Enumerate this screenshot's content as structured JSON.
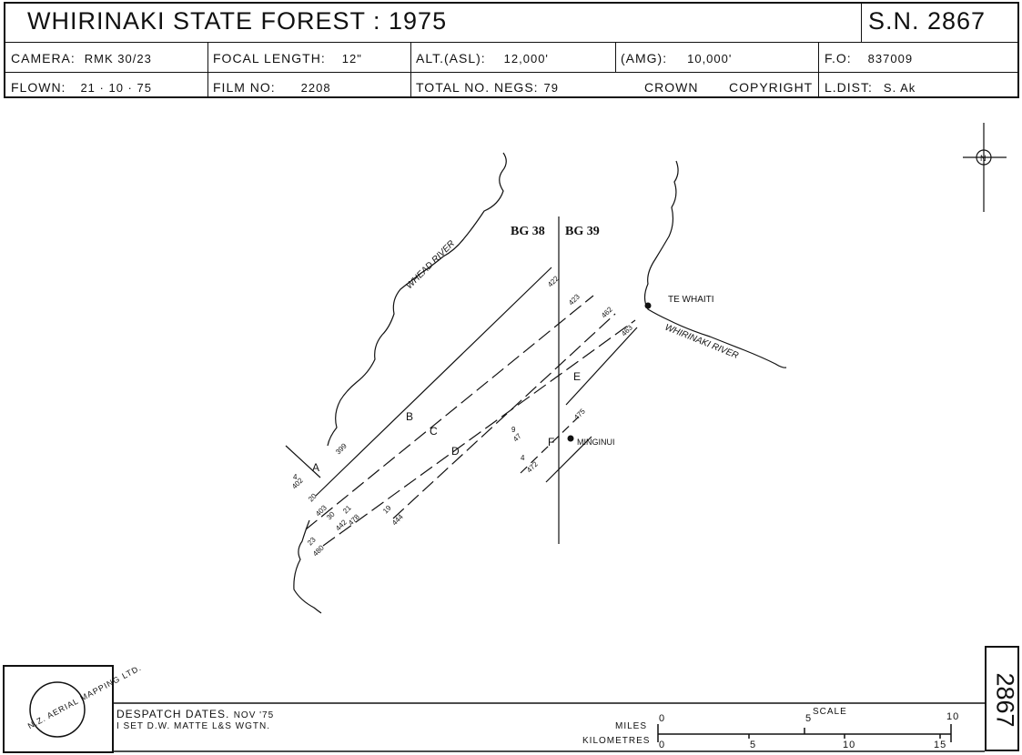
{
  "header": {
    "title": "WHIRINAKI   STATE   FOREST  :  1975",
    "sn": "S.N. 2867",
    "camera_label": "CAMERA:",
    "camera_value": "RMK  30/23",
    "focal_label": "FOCAL  LENGTH:",
    "focal_value": "12\"",
    "alt_asl_label": "ALT.(ASL):",
    "alt_asl_value": "12,000'",
    "amg_label": "(AMG):",
    "amg_value": "10,000'",
    "fo_label": "F.O:",
    "fo_value": "837009",
    "flown_label": "FLOWN:",
    "flown_value": "21 · 10 · 75",
    "film_label": "FILM  NO:",
    "film_value": "2208",
    "negs_label": "TOTAL  NO.  NEGS:",
    "negs_value": "79",
    "crown": "CROWN",
    "copyright": "COPYRIGHT",
    "ldist_label": "L.DIST:",
    "ldist_value": "S. Ak"
  },
  "map": {
    "sheet_left": "BG 38",
    "sheet_right": "BG 39",
    "north": "N",
    "places": {
      "te_whaiti": "TE  WHAITI",
      "minginui": "MINGINUI"
    },
    "rivers": {
      "whead": "WHEAD  RIVER",
      "whirinaki": "WHIRINAKI    RIVER"
    },
    "runs": [
      "A",
      "B",
      "C",
      "D",
      "E",
      "F"
    ],
    "run_numbers": {
      "a_end": "4",
      "a_neg": "402",
      "a_start": "399",
      "b_start": "20",
      "b_neg": "403",
      "b_end": "422",
      "c_start": "30",
      "c_neg": "442",
      "c_end": "423",
      "c2_start": "21",
      "c2_neg": "478",
      "d_start": "19",
      "d_neg": "444",
      "e_start": "23",
      "e_neg": "480",
      "e_end": "462",
      "e2_end": "463",
      "f_a": "9",
      "f_b": "47",
      "f_c": "4",
      "f_d": "472",
      "f_e": "475"
    }
  },
  "footer": {
    "logo_text": "N.Z. AERIAL MAPPING LTD.",
    "despatch_label": "DESPATCH  DATES.",
    "despatch_value": "NOV '75",
    "set_line": "I SET   D.W.  MATTE   L&S   WGTN.",
    "miles": "MILES",
    "kilometres": "KILOMETRES",
    "scale": "SCALE",
    "miles_ticks": [
      "0",
      "5",
      "10"
    ],
    "km_ticks": [
      "0",
      "5",
      "10",
      "15"
    ],
    "sn_vertical": "2867"
  }
}
